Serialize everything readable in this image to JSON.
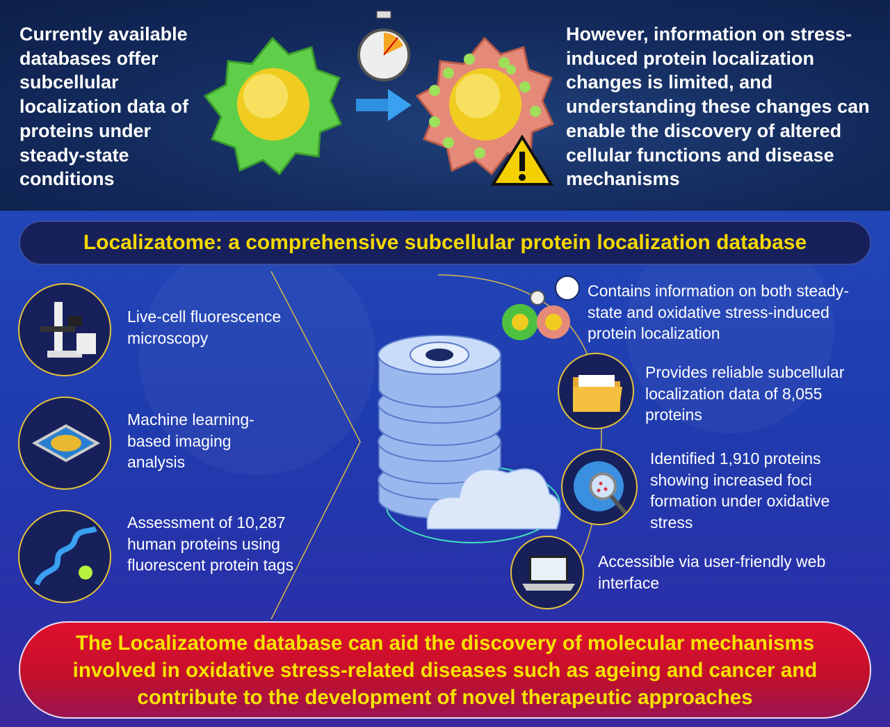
{
  "top": {
    "left_text": "Currently available databases offer subcellular localization data of proteins under steady-state conditions",
    "right_text": "However, information on stress-induced protein localization changes is limited, and understanding these changes can enable the discovery of altered cellular functions and disease mechanisms"
  },
  "title": "Localizatome: a comprehensive subcellular protein localization database",
  "methods": [
    {
      "icon": "microscope-icon",
      "text": "Live-cell fluorescence microscopy"
    },
    {
      "icon": "ai-chip-icon",
      "text": "Machine learning-based imaging analysis"
    },
    {
      "icon": "protein-helix-icon",
      "text": "Assessment of 10,287 human proteins using fluorescent protein tags"
    }
  ],
  "features": [
    {
      "icon": "cells-stress-icon",
      "text": "Contains information on both steady-state and oxidative stress-induced protein localization"
    },
    {
      "icon": "folder-icon",
      "text": "Provides reliable subcellular localization data of 8,055 proteins"
    },
    {
      "icon": "foci-magnifier-icon",
      "text": "Identified 1,910 proteins showing increased foci formation under oxidative stress"
    },
    {
      "icon": "laptop-icon",
      "text": "Accessible via user-friendly web interface"
    }
  ],
  "conclusion": "The Localizatome database can aid the discovery of molecular mechanisms involved in oxidative stress-related diseases such as ageing and cancer and contribute to the development of novel therapeutic approaches",
  "colors": {
    "accent_yellow": "#f4d800",
    "navy": "#18205c",
    "blue": "#2146b8",
    "red": "#d01030"
  }
}
